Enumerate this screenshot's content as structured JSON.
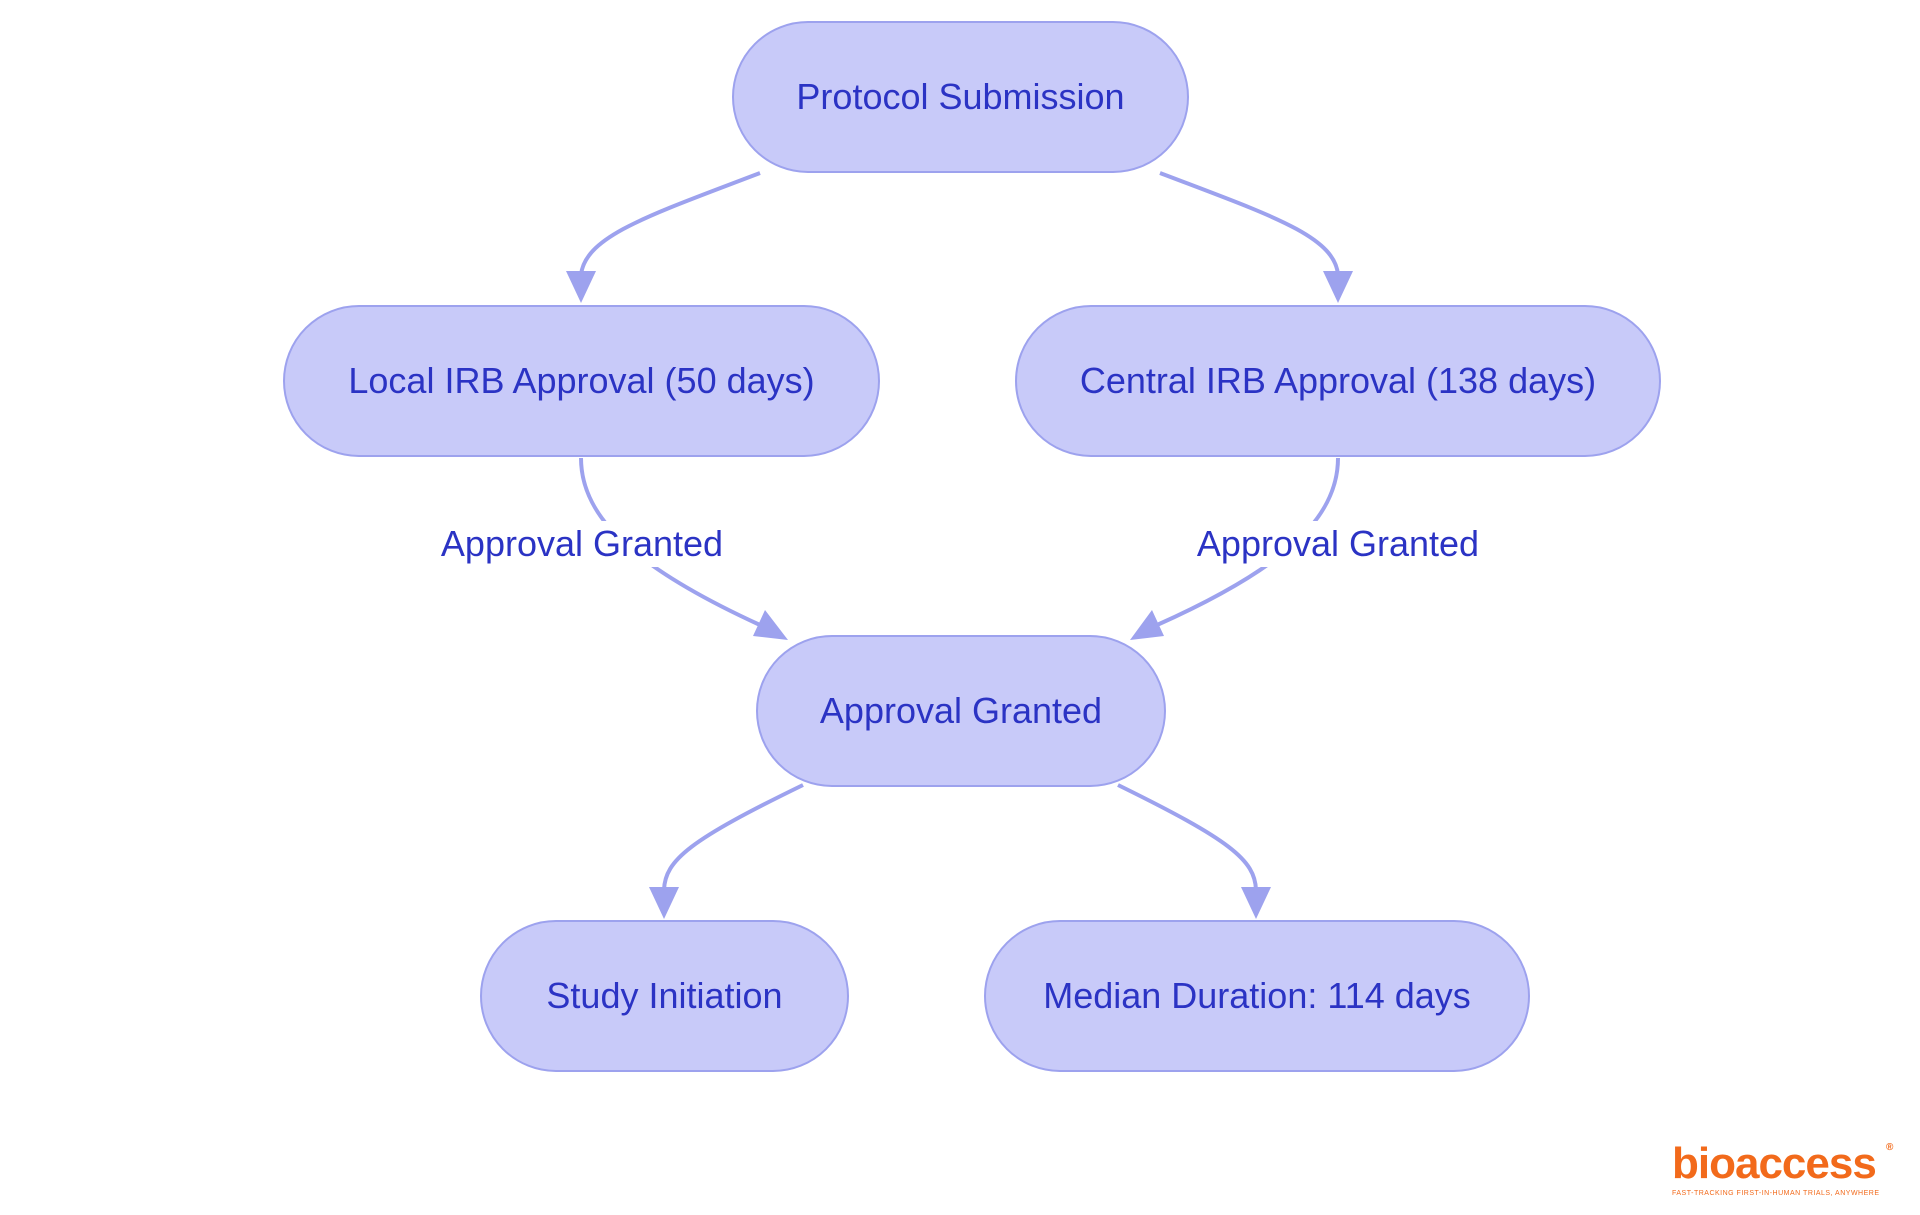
{
  "nodes": {
    "protocol_submission": "Protocol Submission",
    "local_irb": "Local IRB Approval (50 days)",
    "central_irb": "Central IRB Approval (138 days)",
    "approval_granted": "Approval Granted",
    "study_initiation": "Study Initiation",
    "median_duration": "Median Duration: 114 days"
  },
  "edge_labels": {
    "local_to_approval": "Approval Granted",
    "central_to_approval": "Approval Granted"
  },
  "logo": {
    "wordmark": "bioaccess",
    "registered": "®",
    "tagline": "FAST-TRACKING FIRST-IN-HUMAN TRIALS, ANYWHERE"
  },
  "colors": {
    "node_fill": "#c8caf9",
    "node_border": "#9da2ee",
    "edge": "#9da2ee",
    "text": "#2b33c4",
    "logo": "#f26a1b"
  }
}
